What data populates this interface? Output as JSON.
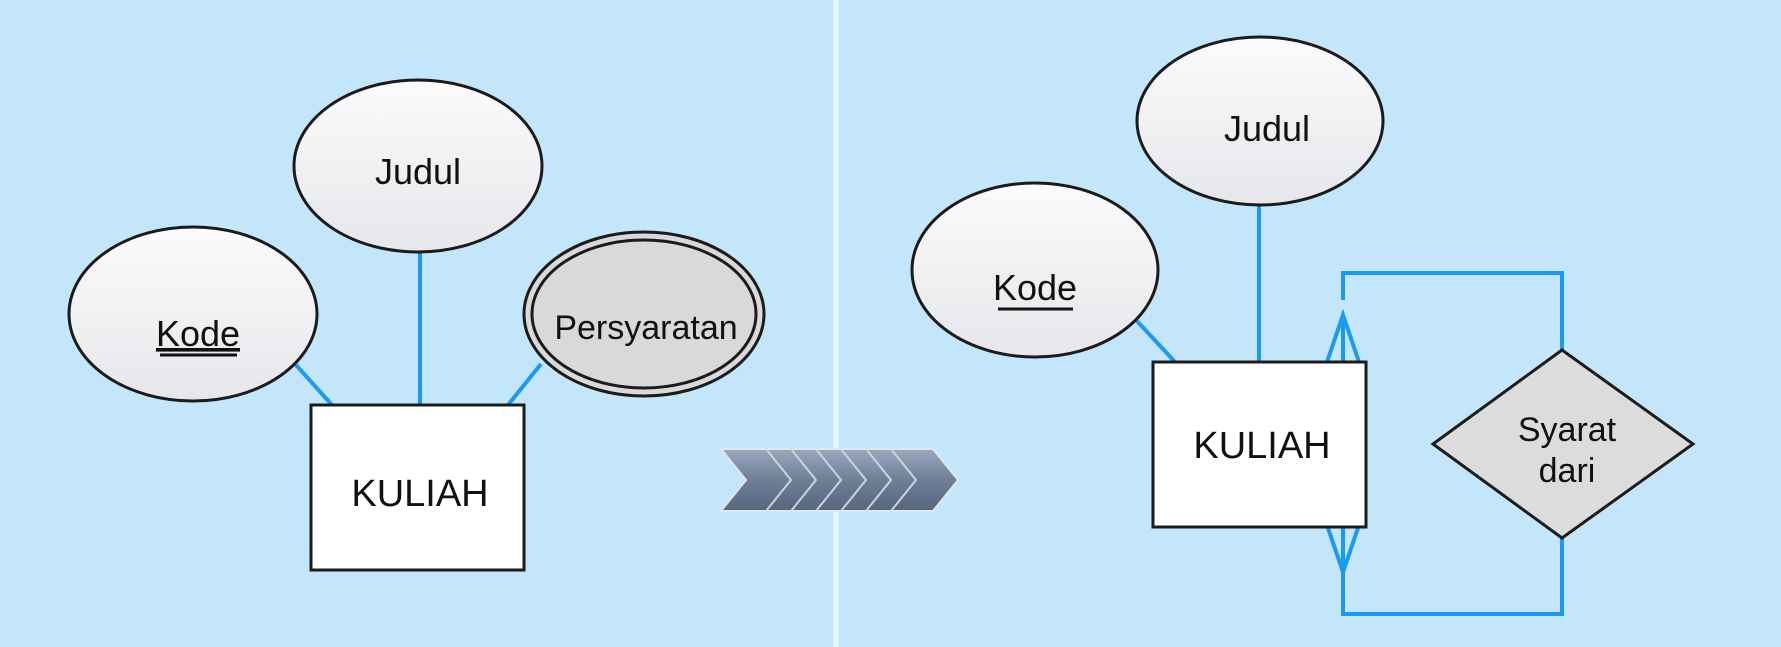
{
  "colors": {
    "background": "#c4e6fb",
    "line": "#1a9af0",
    "entity_fill": "#ffffff",
    "attribute_fill": "#f1f1f3",
    "multivalued_fill": "#d9d9d9",
    "relationship_fill": "#dcdcdc",
    "arrow": "#6f7f96"
  },
  "left": {
    "entity": "KULIAH",
    "key_attribute": "Kode",
    "attribute": "Judul",
    "multivalued_attribute": "Persyaratan"
  },
  "right": {
    "entity": "KULIAH",
    "key_attribute": "Kode",
    "attribute": "Judul",
    "relationship_line1": "Syarat",
    "relationship_line2": "dari"
  }
}
